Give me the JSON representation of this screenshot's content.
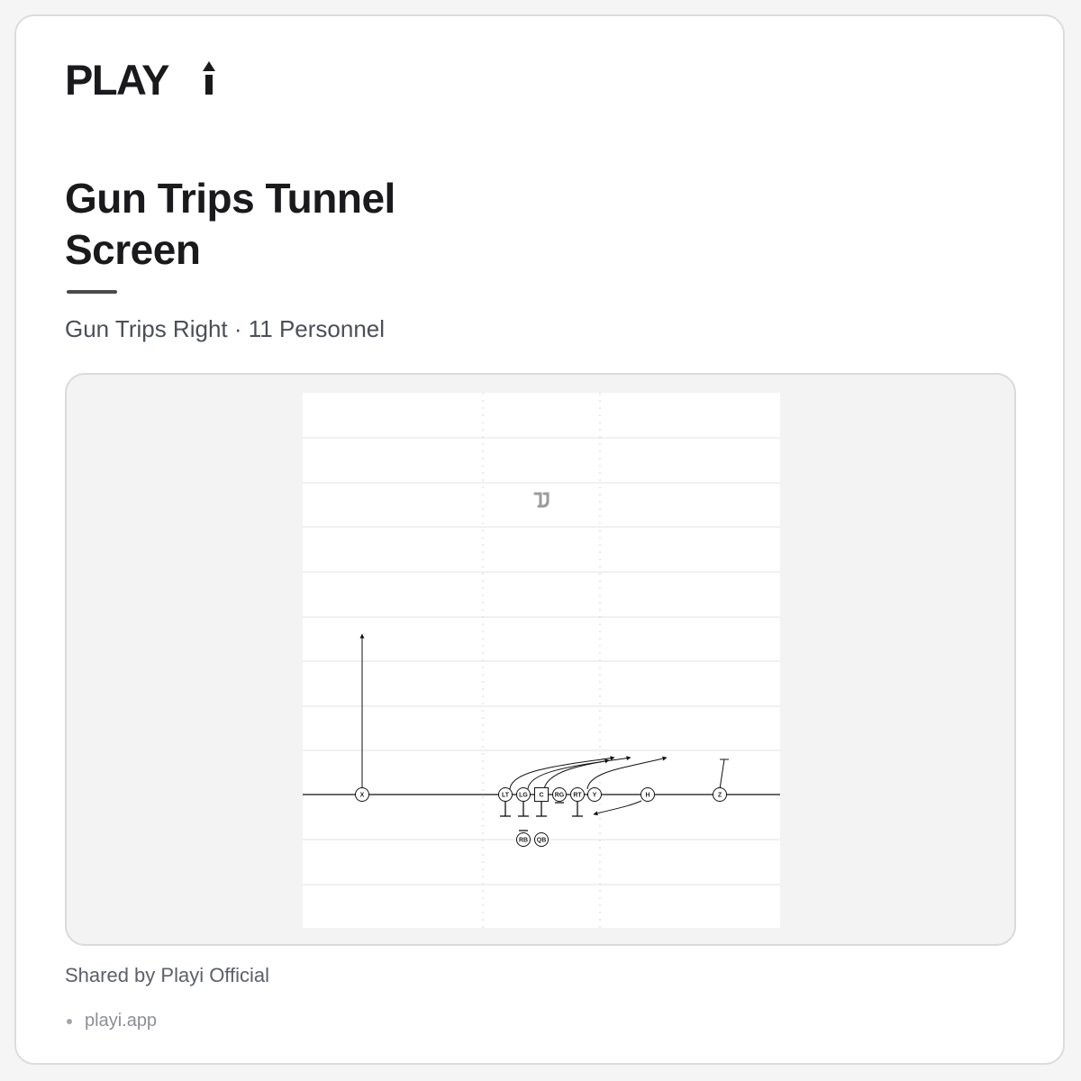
{
  "brand": {
    "name": "PLAYi"
  },
  "play": {
    "title": "Gun Trips Tunnel Screen",
    "formation": "Gun Trips Right · 11 Personnel"
  },
  "diagram": {
    "players": [
      {
        "id": "x",
        "label": "X",
        "shape": "circle"
      },
      {
        "id": "lt",
        "label": "LT",
        "shape": "circle"
      },
      {
        "id": "lg",
        "label": "LG",
        "shape": "circle"
      },
      {
        "id": "c",
        "label": "C",
        "shape": "square"
      },
      {
        "id": "rg",
        "label": "RG",
        "shape": "circle"
      },
      {
        "id": "rt",
        "label": "RT",
        "shape": "circle"
      },
      {
        "id": "y",
        "label": "Y",
        "shape": "circle"
      },
      {
        "id": "h",
        "label": "H",
        "shape": "circle"
      },
      {
        "id": "z",
        "label": "Z",
        "shape": "circle"
      },
      {
        "id": "rb",
        "label": "RB",
        "shape": "circle"
      },
      {
        "id": "qb",
        "label": "QB",
        "shape": "circle"
      }
    ],
    "routes": [
      {
        "player": "X",
        "action": "go route (arrow)"
      },
      {
        "player": "LT",
        "action": "release to screen (arrow)"
      },
      {
        "player": "LG",
        "action": "release to screen (arrow)"
      },
      {
        "player": "C",
        "action": "release to screen (arrow)"
      },
      {
        "player": "RT",
        "action": "release to screen (arrow)"
      },
      {
        "player": "H",
        "action": "tunnel screen catch (arrow)"
      },
      {
        "player": "Z",
        "action": "stalk block (T-bar)"
      },
      {
        "player": "RB",
        "action": "pass protect (T-bar)"
      }
    ]
  },
  "footer": {
    "shared_by": "Shared by Playi Official",
    "link": "playi.app"
  }
}
